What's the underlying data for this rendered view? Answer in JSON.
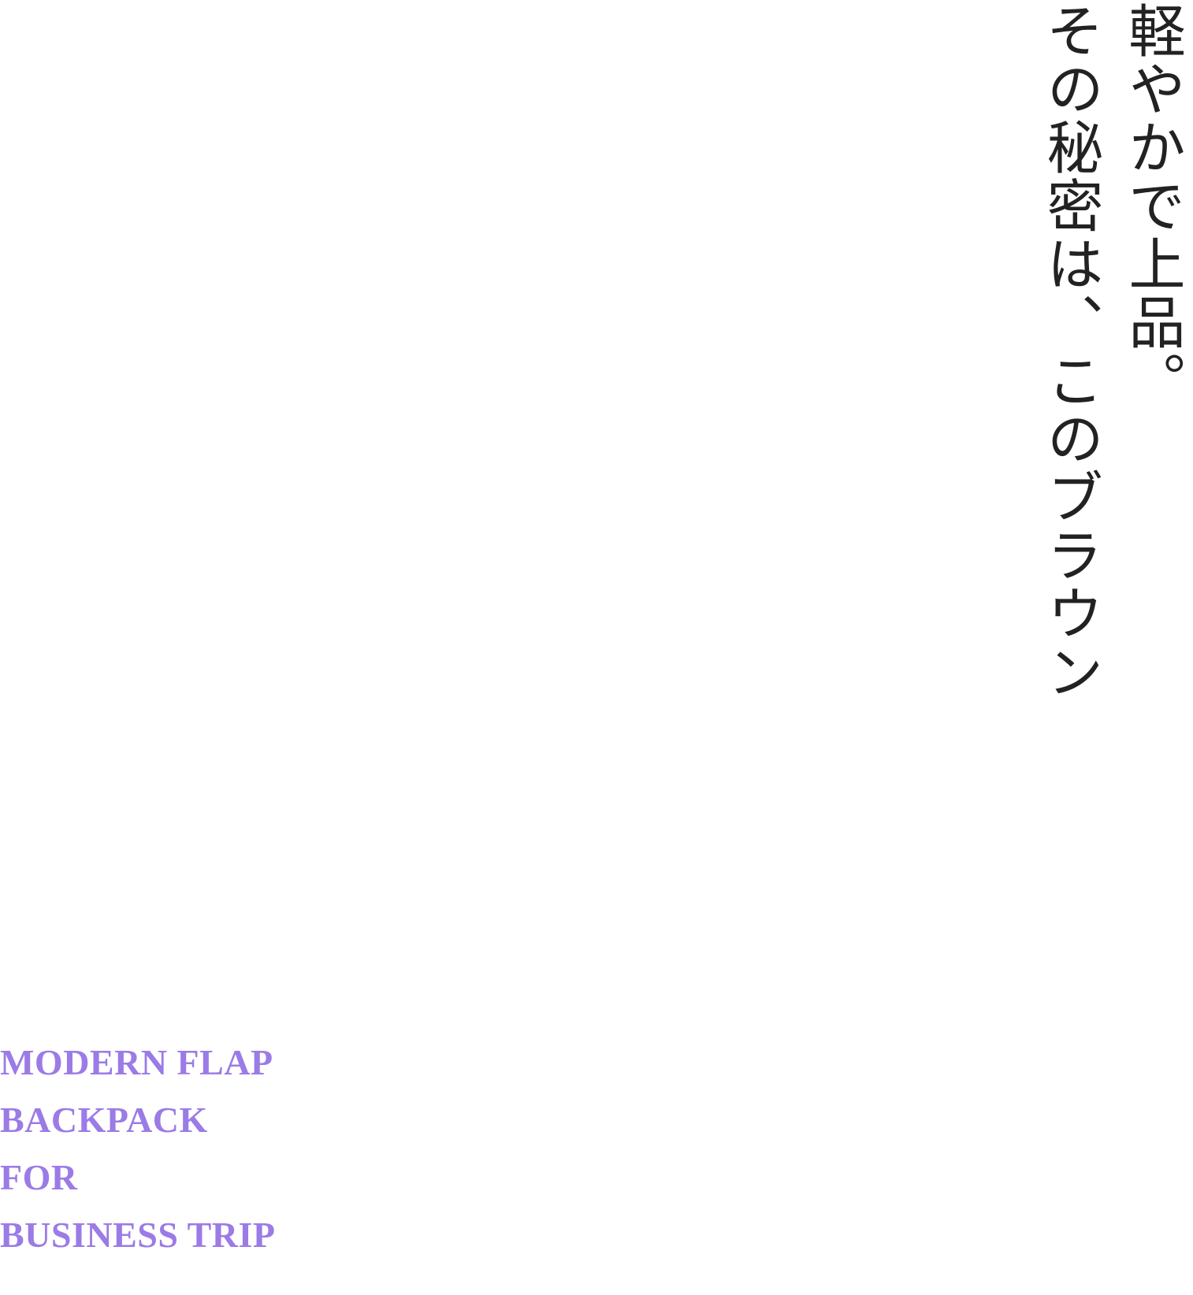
{
  "headline": {
    "line1": "軽やかで上品。",
    "line2": "その秘密は、このブラウン"
  },
  "tagline": {
    "line1": "MODERN FLAP",
    "line2": "BACKPACK",
    "line3": "FOR",
    "line4": "BUSINESS TRIP"
  },
  "colors": {
    "headline_text": "#222222",
    "tagline_text": "#9b7be6",
    "background": "#ffffff"
  }
}
